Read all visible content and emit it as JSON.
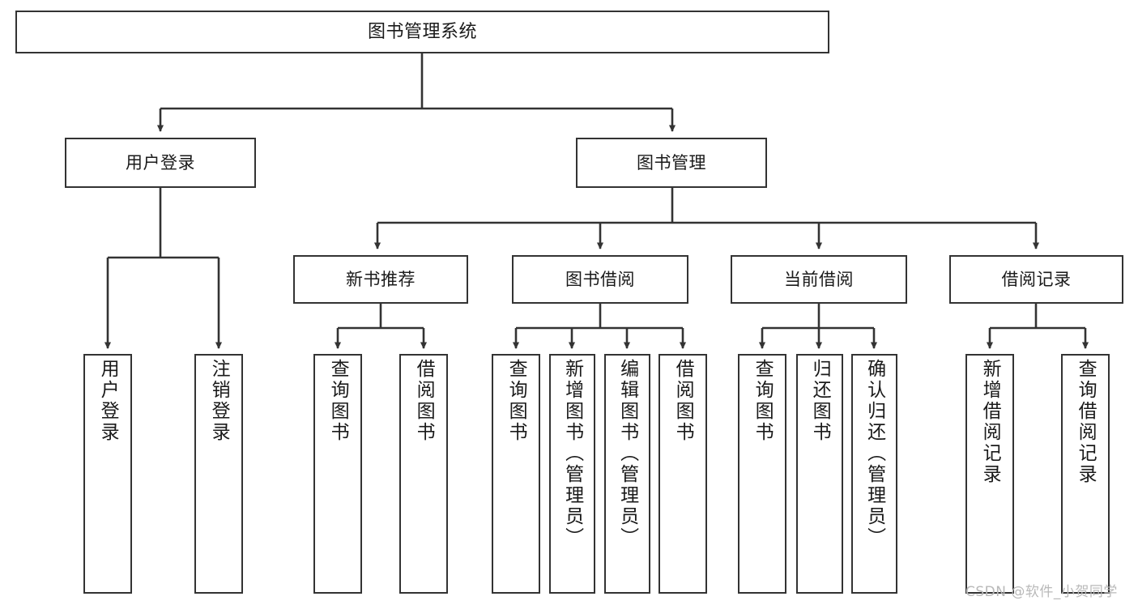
{
  "diagram": {
    "title": "图书管理系统",
    "type": "hierarchy-tree",
    "colors": {
      "box_border": "#333333",
      "box_fill": "#ffffff",
      "edge": "#333333",
      "text": "#1a1a1a",
      "watermark": "#b9b9b9",
      "background": "#ffffff"
    }
  },
  "nodes": {
    "root": {
      "label": "图书管理系统",
      "level": 1
    },
    "level2": [
      {
        "id": "user-login",
        "label": "用户登录"
      },
      {
        "id": "book-manage",
        "label": "图书管理"
      }
    ],
    "level3": [
      {
        "id": "new-book-recommend",
        "label": "新书推荐"
      },
      {
        "id": "book-borrow",
        "label": "图书借阅"
      },
      {
        "id": "current-borrow",
        "label": "当前借阅"
      },
      {
        "id": "borrow-record",
        "label": "借阅记录"
      }
    ],
    "leaves": {
      "user-login": [
        {
          "id": "leaf-user-login",
          "label": "用户登录"
        },
        {
          "id": "leaf-logout",
          "label": "注销登录"
        }
      ],
      "new-book-recommend": [
        {
          "id": "leaf-query-book-1",
          "label": "查询图书"
        },
        {
          "id": "leaf-borrow-book-1",
          "label": "借阅图书"
        }
      ],
      "book-borrow": [
        {
          "id": "leaf-query-book-2",
          "label": "查询图书"
        },
        {
          "id": "leaf-add-book",
          "label": "新增图书（管理员）"
        },
        {
          "id": "leaf-edit-book",
          "label": "编辑图书（管理员）"
        },
        {
          "id": "leaf-borrow-book-2",
          "label": "借阅图书"
        }
      ],
      "current-borrow": [
        {
          "id": "leaf-query-book-3",
          "label": "查询图书"
        },
        {
          "id": "leaf-return-book",
          "label": "归还图书"
        },
        {
          "id": "leaf-confirm-return",
          "label": "确认归还（管理员）"
        }
      ],
      "borrow-record": [
        {
          "id": "leaf-add-record",
          "label": "新增借阅记录"
        },
        {
          "id": "leaf-query-record",
          "label": "查询借阅记录"
        }
      ]
    }
  },
  "watermark": {
    "text": "CSDN @软件_小贺同学"
  }
}
